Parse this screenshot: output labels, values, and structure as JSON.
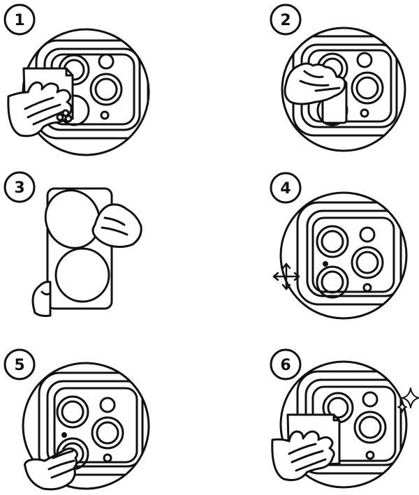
{
  "steps": [
    {
      "number": "1",
      "icon": "wipe-lens-with-cloth-icon"
    },
    {
      "number": "2",
      "icon": "wipe-with-dust-sticker-icon"
    },
    {
      "number": "3",
      "icon": "peel-protective-film-icon"
    },
    {
      "number": "4",
      "icon": "align-lens-protector-icon"
    },
    {
      "number": "5",
      "icon": "press-lens-protector-icon"
    },
    {
      "number": "6",
      "icon": "polish-finish-icon"
    }
  ],
  "colors": {
    "ink": "#111111",
    "paper": "#ffffff"
  }
}
